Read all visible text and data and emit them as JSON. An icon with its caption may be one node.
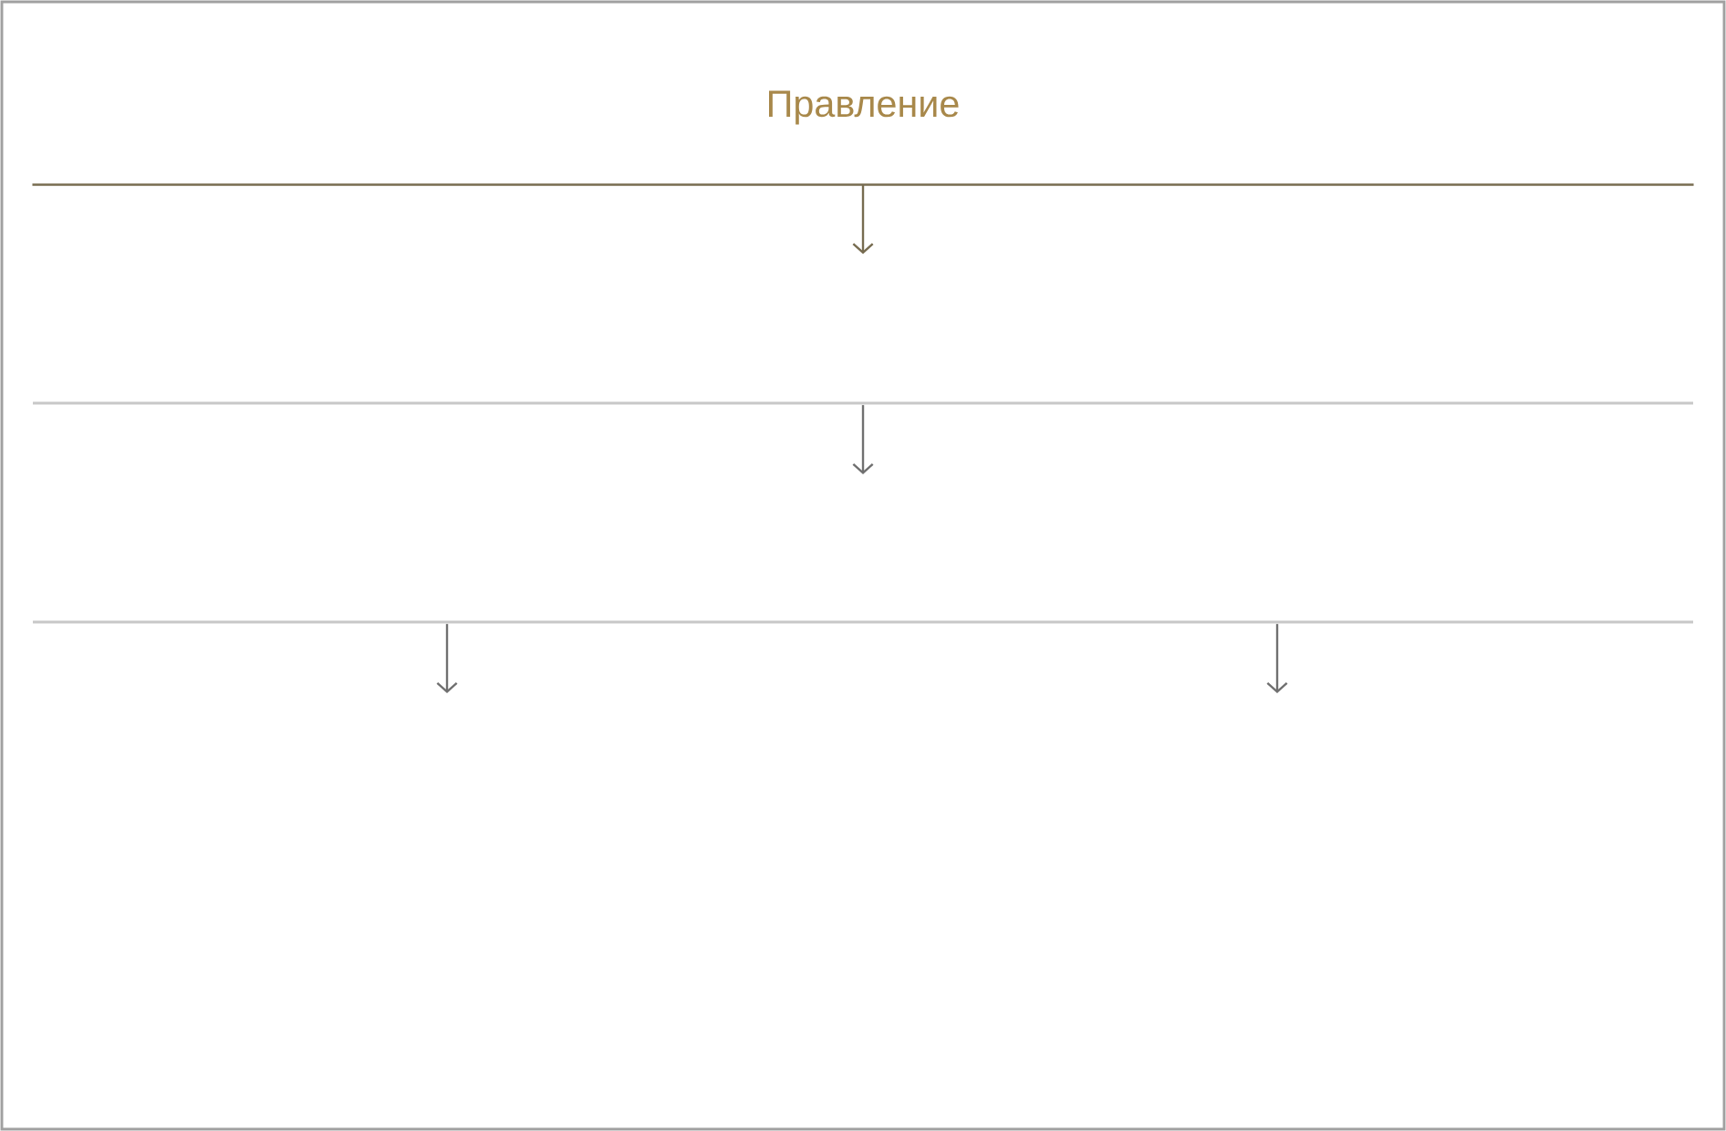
{
  "diagram": {
    "nodes": [
      {
        "text": [
          "Правление"
        ]
      },
      {
        "text": [],
        "shape": "line"
      },
      {
        "text": [],
        "shape": "line"
      }
    ],
    "edges": [
      {
        "from": 0,
        "to": null,
        "arrow": "to",
        "color": "#776c50"
      },
      {
        "from": 1,
        "to": null,
        "arrow": "to"
      },
      {
        "from": 2,
        "to": null,
        "arrow": "to"
      },
      {
        "from": 2,
        "to": null,
        "arrow": "to"
      }
    ]
  }
}
